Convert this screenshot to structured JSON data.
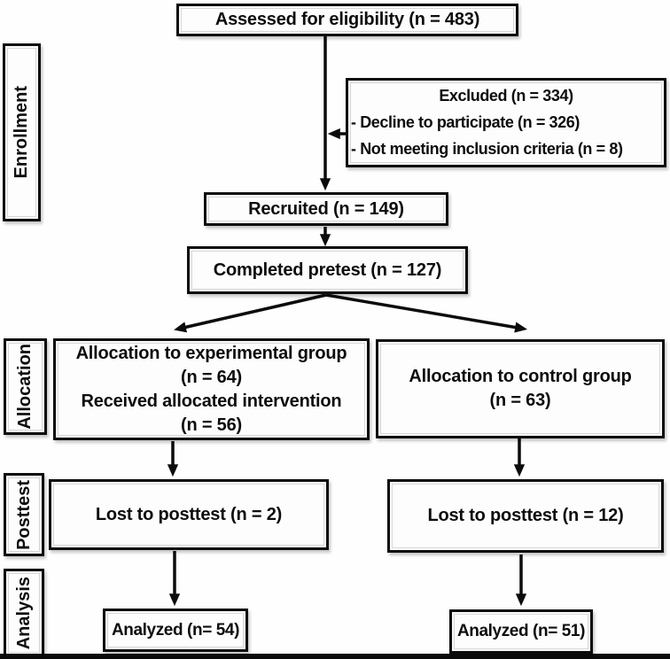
{
  "figure": {
    "type": "consort-flow-diagram",
    "colors": {
      "box_border": "#0c0c0c",
      "text": "#0d0d0d",
      "background": "#fefefe"
    },
    "stages": {
      "enrollment": "Enrollment",
      "allocation": "Allocation",
      "posttest": "Posttest",
      "analysis": "Analysis"
    },
    "nodes": {
      "assessed": {
        "text": "Assessed for eligibility (n = 483)"
      },
      "excluded": {
        "title": "Excluded (n = 334)",
        "reasons": [
          "- Decline to participate (n = 326)",
          "- Not meeting inclusion criteria (n = 8)"
        ]
      },
      "recruited": {
        "text": "Recruited (n = 149)"
      },
      "completed_pretest": {
        "text": "Completed pretest (n = 127)"
      },
      "experimental_allocation": {
        "lines": [
          "Allocation to experimental group",
          "(n = 64)",
          "Received allocated intervention",
          "(n = 56)"
        ]
      },
      "control_allocation": {
        "lines": [
          "Allocation to control group",
          "(n = 63)"
        ]
      },
      "experimental_lost": {
        "text": "Lost to posttest (n = 2)"
      },
      "control_lost": {
        "text": "Lost to posttest (n = 12)"
      },
      "experimental_analyzed": {
        "text": "Analyzed (n= 54)"
      },
      "control_analyzed": {
        "text": "Analyzed (n= 51)"
      }
    }
  }
}
